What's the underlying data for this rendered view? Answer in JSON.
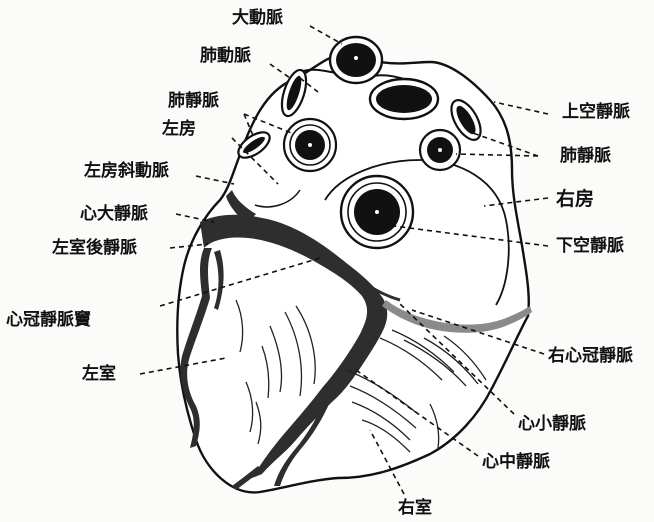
{
  "labels": {
    "aorta": "大動脈",
    "pulmonary_artery": "肺動脈",
    "pulmonary_veins_left": "肺靜脈",
    "left_atrium": "左房",
    "oblique_artery": "左房斜動脈",
    "great_cardiac_vein": "心大靜脈",
    "posterior_lv_vein": "左室後靜脈",
    "coronary_sinus": "心冠靜脈竇",
    "left_ventricle": "左室",
    "superior_vena_cava": "上空靜脈",
    "pulmonary_veins_right": "肺靜脈",
    "right_atrium": "右房",
    "inferior_vena_cava": "下空靜脈",
    "right_coronary_vein": "右心冠靜脈",
    "small_cardiac_vein": "心小靜脈",
    "middle_cardiac_vein": "心中靜脈",
    "right_ventricle": "右室"
  },
  "colors": {
    "ink": "#111111",
    "vein_fill": "#2e2e2e",
    "paper": "#fbfbf9"
  }
}
